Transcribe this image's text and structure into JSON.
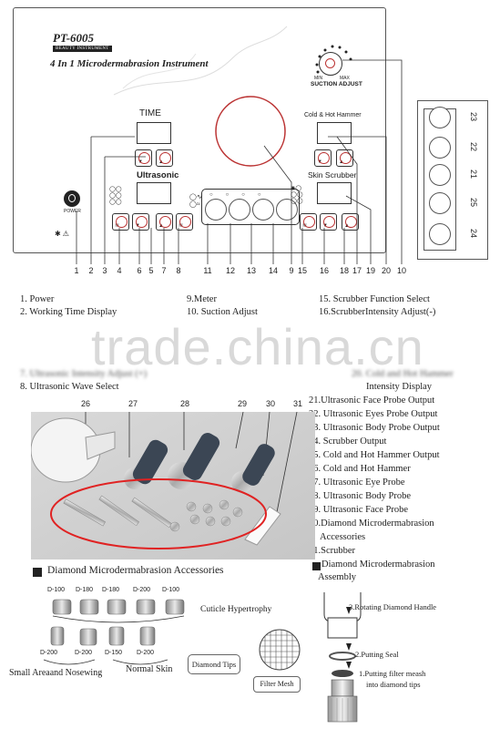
{
  "panel": {
    "model": "PT-6005",
    "badge": "BEAUTY INSTRUMENT",
    "title": "4 In 1 Microdermabrasion Instrument",
    "time_label": "TIME",
    "ultrasonic_label": "Ultrasonic",
    "power_label": "POWER",
    "suction_label": "SUCTION ADJUST",
    "suction_min": "MIN",
    "suction_max": "MAX",
    "cold_hot_label": "Cold & Hot Hammer",
    "skin_scrubber_label": "Skin Scrubber",
    "callouts": [
      "1",
      "2",
      "3",
      "4",
      "6",
      "5",
      "7",
      "8",
      "11",
      "12",
      "13",
      "14",
      "9",
      "15",
      "16",
      "18",
      "17",
      "19",
      "20",
      "10"
    ]
  },
  "side_panel": {
    "ports": [
      "23",
      "22",
      "21",
      "25",
      "24"
    ]
  },
  "watermark": "trade.china.cn",
  "legend": {
    "left": [
      "1. Power",
      "2. Working Time Display",
      "7. Ultrasonic Intensity Adjust (+)",
      "8. Ultrasonic Wave Select"
    ],
    "mid": [
      "9.Meter",
      "10. Suction Adjust"
    ],
    "right_top": [
      "15. Scrubber Function Select",
      "16.ScrubberIntensity Adjust(-)",
      "20. Cold and Hot Hammer"
    ],
    "right_indent": "Intensity Display",
    "right_list": [
      "21.Ultrasonic Face Probe Output",
      "22. Ultrasonic Eyes Probe Output",
      "23. Ultrasonic Body Probe Output",
      "24. Scrubber Output",
      "25. Cold and Hot Hammer Output",
      "26. Cold and Hot Hammer",
      "27. Ultrasonic Eye Probe",
      "28. Ultrasonic Body Probe",
      "29. Ultrasonic Face Probe",
      "30.Diamond Microdermabrasion",
      "Accessories",
      "31.Scrubber"
    ]
  },
  "photo_callouts": [
    "26",
    "27",
    "28",
    "29",
    "30",
    "31"
  ],
  "accessories": {
    "header": "Diamond Microdermabrasion Accessories",
    "row1": [
      "D-100",
      "D-180",
      "D-180",
      "D-200",
      "D-100"
    ],
    "row2": [
      "D-200",
      "D-200",
      "D-150",
      "D-200"
    ],
    "cuticle": "Cuticle Hypertrophy",
    "small_area": "Small Areaand Nosewing",
    "normal_skin": "Normal Skin",
    "diamond_tips": "Diamond Tips",
    "filter_mesh": "Filter Mesh"
  },
  "assembly": {
    "header_line1": "Diamond Microdermabrasion",
    "header_line2": "Assembly",
    "step3": "3.Rotating Diamond Handle",
    "step2": "2.Putting Seal",
    "step1_line1": "1.Putting filter meash",
    "step1_line2": "into diamond tips"
  },
  "colors": {
    "accent_red": "#b33333",
    "line": "#333333"
  }
}
